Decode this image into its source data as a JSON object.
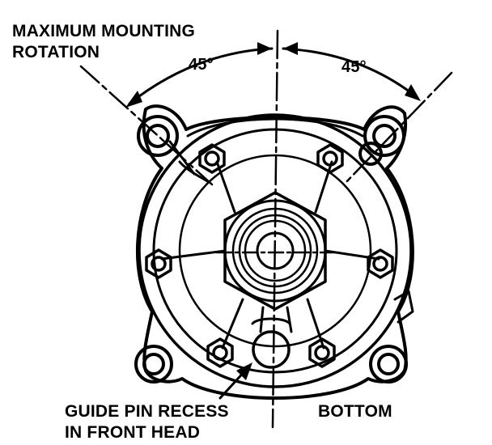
{
  "labels": {
    "max_rotation_line1": "MAXIMUM MOUNTING",
    "max_rotation_line2": "ROTATION",
    "angle_left": "45°",
    "angle_right": "45°",
    "guide_pin_line1": "GUIDE PIN RECESS",
    "guide_pin_line2": "IN FRONT HEAD",
    "bottom": "BOTTOM"
  },
  "colors": {
    "ink": "#000000",
    "paper": "#ffffff"
  }
}
